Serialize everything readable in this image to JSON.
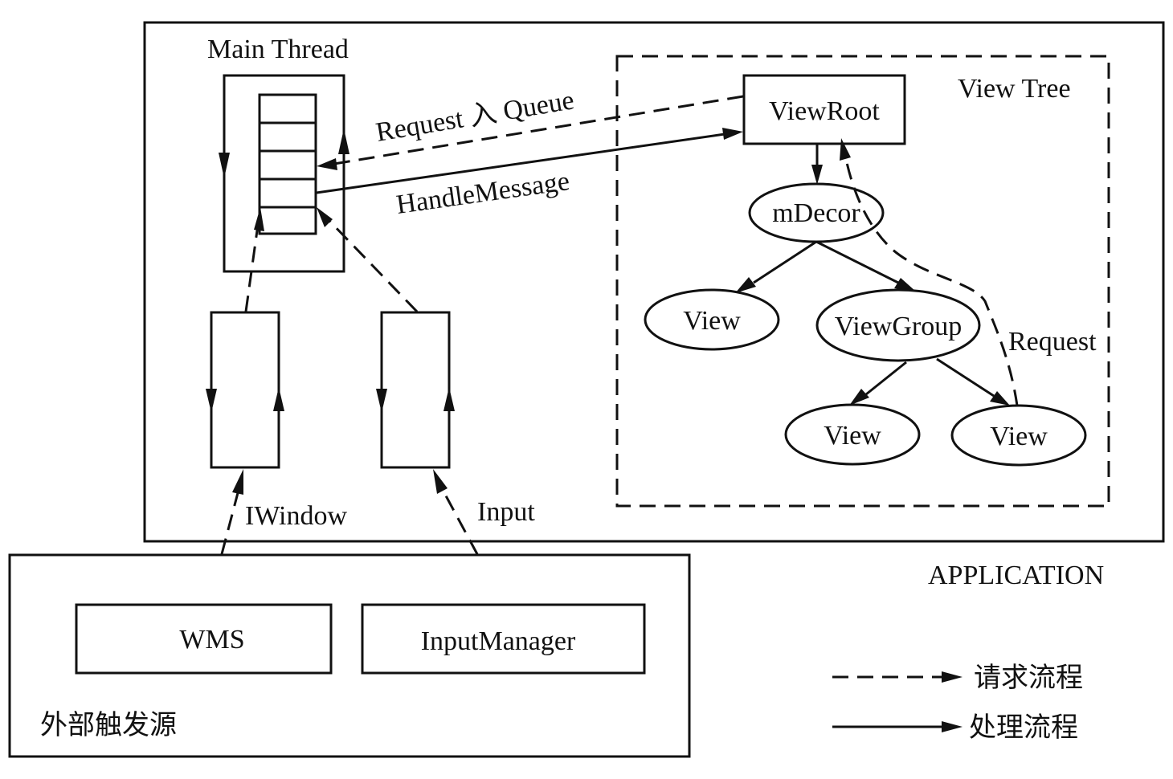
{
  "application": {
    "label": "APPLICATION",
    "main_thread_title": "Main Thread",
    "view_tree_title": "View Tree"
  },
  "arrows": {
    "request_queue": "Request 入 Queue",
    "handle_message": "HandleMessage",
    "iwindow": "IWindow",
    "input": "Input",
    "request": "Request"
  },
  "nodes": {
    "view_root": "ViewRoot",
    "m_decor": "mDecor",
    "view_left": "View",
    "view_group": "ViewGroup",
    "view_bottom_left": "View",
    "view_bottom_right": "View"
  },
  "external": {
    "title": "外部触发源",
    "wms": "WMS",
    "input_manager": "InputManager"
  },
  "legend": {
    "request_flow": "请求流程",
    "handle_flow": "处理流程"
  }
}
